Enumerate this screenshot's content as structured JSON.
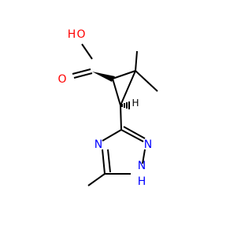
{
  "structure": {
    "atoms": {
      "hydroxyl_h": "H",
      "hydroxyl_o": "O",
      "carbonyl_o": "O",
      "stereo_h": "H",
      "ring_n_top": "N",
      "ring_n_left": "N",
      "ring_nh_n": "N",
      "ring_nh_h": "H"
    },
    "colors": {
      "bond": "#000000",
      "oxygen": "#ff0000",
      "nitrogen": "#0000ff",
      "carbon_hydrogen": "#000000"
    }
  }
}
